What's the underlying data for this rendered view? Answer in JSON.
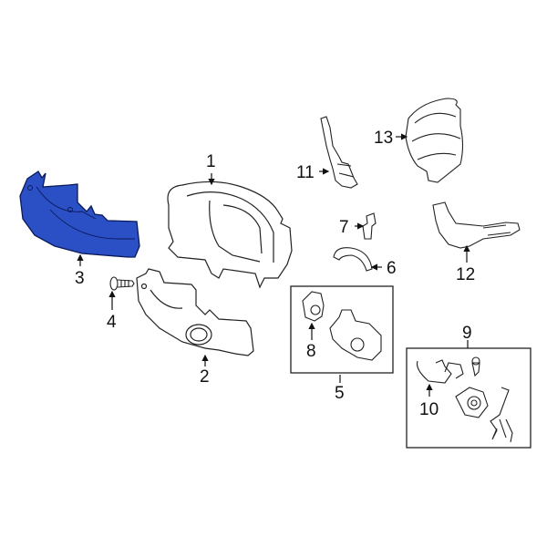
{
  "diagram": {
    "title": "Steering column covers, switches and ignition components",
    "highlight_color": "#2b4fc4",
    "highlighted_part": "3",
    "callouts": [
      {
        "id": "1",
        "label": "1",
        "part": "upper column cover"
      },
      {
        "id": "2",
        "label": "2",
        "part": "lower column cover"
      },
      {
        "id": "3",
        "label": "3",
        "part": "column cover (highlighted)"
      },
      {
        "id": "4",
        "label": "4",
        "part": "screw"
      },
      {
        "id": "5",
        "label": "5",
        "part": "ignition lock housing kit"
      },
      {
        "id": "6",
        "label": "6",
        "part": "bracket"
      },
      {
        "id": "7",
        "label": "7",
        "part": "stud"
      },
      {
        "id": "8",
        "label": "8",
        "part": "lock cylinder"
      },
      {
        "id": "9",
        "label": "9",
        "part": "lock set with keys"
      },
      {
        "id": "10",
        "label": "10",
        "part": "wire harness"
      },
      {
        "id": "11",
        "label": "11",
        "part": "wiper switch"
      },
      {
        "id": "12",
        "label": "12",
        "part": "turn signal switch"
      },
      {
        "id": "13",
        "label": "13",
        "part": "clock spring"
      }
    ]
  }
}
